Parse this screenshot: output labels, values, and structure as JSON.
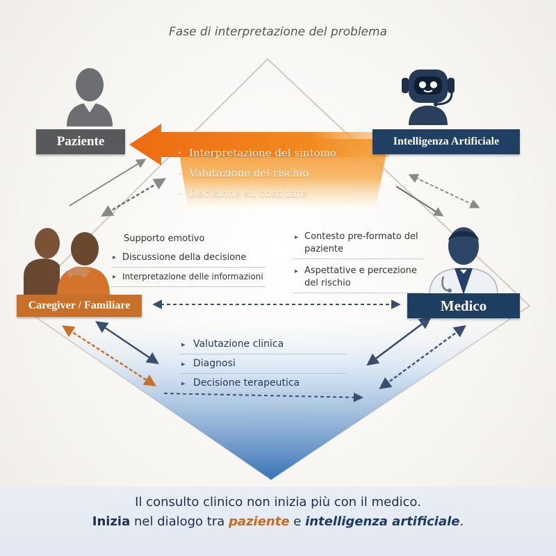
{
  "title": "Fase di interpretazione del problema",
  "colors": {
    "orange": "#f08a1c",
    "dark_orange": "#c8702a",
    "navy": "#1f3f63",
    "gray": "#58595c",
    "blue_fill": "#2e6cb3"
  },
  "actors": {
    "paziente": {
      "label": "Paziente",
      "icon": "patient-icon"
    },
    "ai": {
      "label": "Intelligenza Artificiale",
      "icon": "robot-icon"
    },
    "caregiver": {
      "label": "Caregiver / Familiare",
      "icon": "caregiver-icon"
    },
    "medico": {
      "label": "Medico",
      "icon": "doctor-icon"
    }
  },
  "patient_tasks": [
    "Interpretazione del sintomo",
    "Valutazione del rischio",
    "Decisione su cosa fare"
  ],
  "caregiver_items": [
    "Supporto emotivo",
    "Discussione della decisione",
    "Interpretazione delle informazioni"
  ],
  "medico_items": [
    "Contesto pre-formato del paziente",
    "Aspettative e percezione del rischio"
  ],
  "clinical_items": [
    "Valutazione clinica",
    "Diagnosi",
    "Decisione terapeutica"
  ],
  "footer": {
    "line1": "Il consulto clinico non inizia più con il medico.",
    "line2_a": "Inizia",
    "line2_b": " nel dialogo tra ",
    "line2_c": "paziente",
    "line2_d": " e ",
    "line2_e": "intelligenza artificiale",
    "line2_f": "."
  }
}
